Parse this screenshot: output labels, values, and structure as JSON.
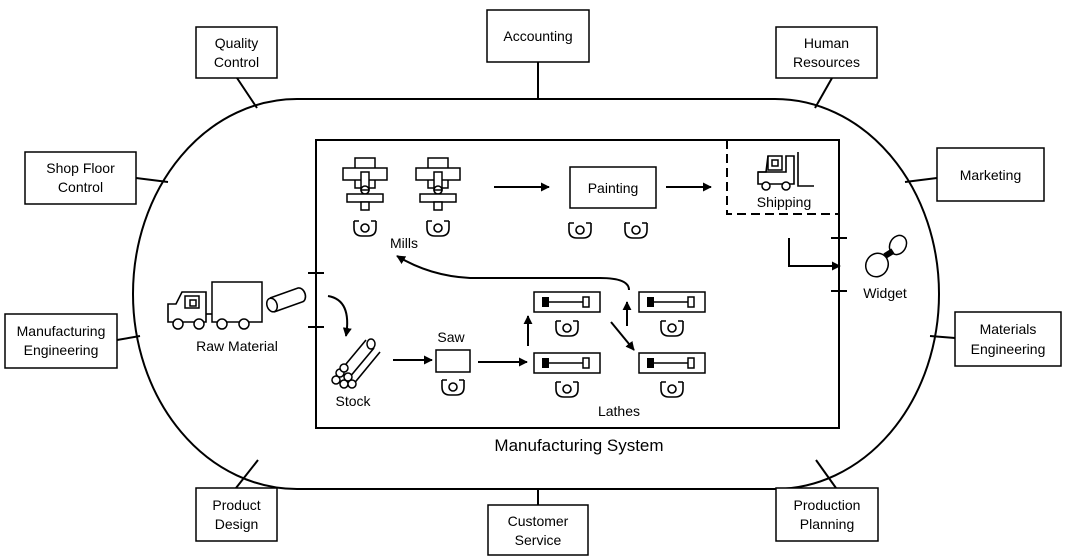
{
  "departments": {
    "quality_control": [
      "Quality",
      "Control"
    ],
    "accounting": [
      "Accounting"
    ],
    "human_resources": [
      "Human",
      "Resources"
    ],
    "shop_floor_control": [
      "Shop Floor",
      "Control"
    ],
    "marketing": [
      "Marketing"
    ],
    "manufacturing_engineering": [
      "Manufacturing",
      "Engineering"
    ],
    "materials_engineering": [
      "Materials",
      "Engineering"
    ],
    "product_design": [
      "Product",
      "Design"
    ],
    "customer_service": [
      "Customer",
      "Service"
    ],
    "production_planning": [
      "Production",
      "Planning"
    ]
  },
  "system": {
    "title": "Manufacturing System",
    "raw_material": "Raw Material",
    "stock": "Stock",
    "saw": "Saw",
    "lathes": "Lathes",
    "mills": "Mills",
    "painting": "Painting",
    "shipping": "Shipping",
    "widget": "Widget"
  }
}
